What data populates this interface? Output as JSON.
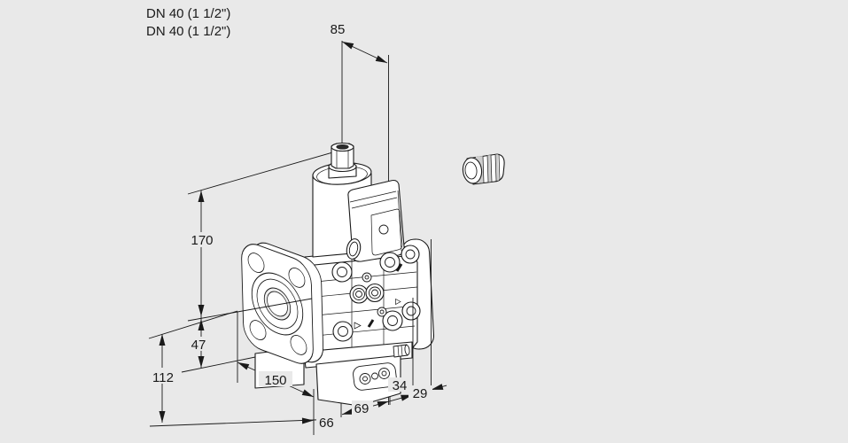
{
  "page": {
    "background": "#e9e9e9",
    "ink": "#1a1a1a"
  },
  "labels": {
    "pipe_size_top": "DN 40 (1 1/2\")",
    "pipe_size_bottom": "DN 40 (1 1/2\")"
  },
  "dimensions": {
    "d85": "85",
    "d170": "170",
    "d47": "47",
    "d112": "112",
    "d150": "150",
    "d66": "66",
    "d69": "69",
    "d34": "34",
    "d29": "29"
  }
}
